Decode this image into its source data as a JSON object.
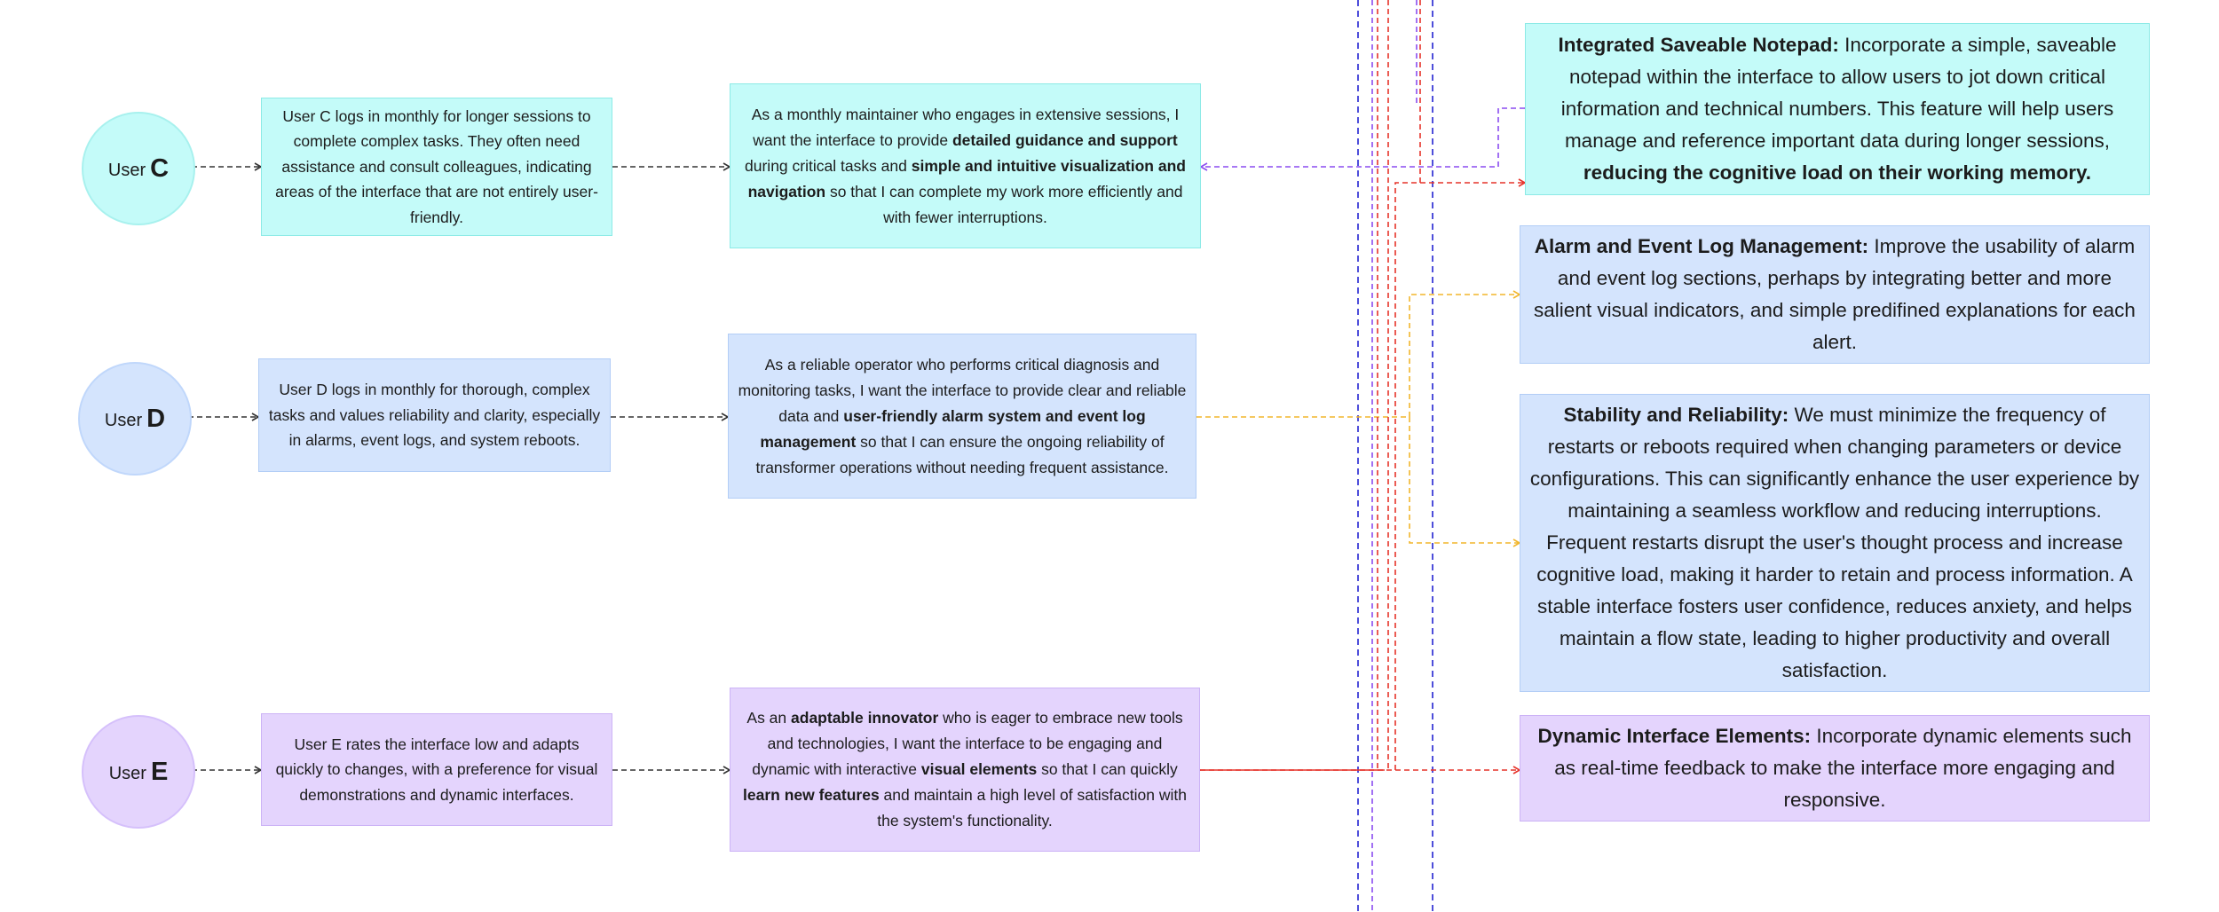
{
  "users": [
    {
      "id": "c",
      "prefix": "User",
      "letter": "C",
      "behavior": "User C logs in monthly for longer sessions to complete complex tasks. They often need assistance and consult colleagues, indicating areas of the interface that are not entirely user-friendly.",
      "story": [
        {
          "t": "As a monthly maintainer who engages in extensive sessions, I want the interface to provide ",
          "b": false
        },
        {
          "t": "detailed guidance and support",
          "b": true
        },
        {
          "t": " during critical tasks and ",
          "b": false
        },
        {
          "t": "simple and intuitive visualization and navigation",
          "b": true
        },
        {
          "t": " so that I can complete my work more efficiently and with fewer interruptions.",
          "b": false
        }
      ]
    },
    {
      "id": "d",
      "prefix": "User",
      "letter": "D",
      "behavior": "User D logs in monthly for thorough, complex tasks and values reliability and clarity, especially in alarms, event logs, and system reboots.",
      "story": [
        {
          "t": "As a reliable operator who performs critical diagnosis and monitoring tasks, I want the interface to provide clear and reliable data and ",
          "b": false
        },
        {
          "t": "user-friendly alarm system and event log management",
          "b": true
        },
        {
          "t": " so that I can ensure the ongoing reliability of transformer operations without needing frequent assistance.",
          "b": false
        }
      ]
    },
    {
      "id": "e",
      "prefix": "User",
      "letter": "E",
      "behavior": "User E rates the interface low and adapts quickly to changes, with a preference for visual demonstrations and dynamic interfaces.",
      "story": [
        {
          "t": "As an ",
          "b": false
        },
        {
          "t": "adaptable innovator",
          "b": true
        },
        {
          "t": " who is eager to embrace new tools and technologies, I want the interface to be engaging and dynamic with interactive ",
          "b": false
        },
        {
          "t": "visual elements",
          "b": true
        },
        {
          "t": " so that I can quickly ",
          "b": false
        },
        {
          "t": "learn new features",
          "b": true
        },
        {
          "t": " and maintain a high level of satisfaction with the system's functionality.",
          "b": false
        }
      ]
    }
  ],
  "recommendations": [
    {
      "id": "notepad",
      "segments": [
        {
          "t": "Integrated Saveable Notepad:",
          "b": true
        },
        {
          "t": " Incorporate a simple, saveable notepad within the interface to allow users to jot down critical information and technical numbers. This feature will help users manage and reference important data during longer sessions, ",
          "b": false
        },
        {
          "t": "reducing the cognitive load on their working memory.",
          "b": true
        }
      ]
    },
    {
      "id": "alarm",
      "segments": [
        {
          "t": "Alarm and Event Log Management:",
          "b": true
        },
        {
          "t": " Improve the usability of alarm and event log sections, perhaps by integrating better and more salient visual indicators, and simple predifined explanations for each alert.",
          "b": false
        }
      ]
    },
    {
      "id": "stability",
      "segments": [
        {
          "t": "Stability and Reliability:",
          "b": true
        },
        {
          "t": " We must minimize the frequency of restarts or reboots required when changing parameters or device configurations. This can significantly enhance the user experience by maintaining a seamless workflow and reducing interruptions. Frequent restarts disrupt the user's thought process and increase cognitive load, making it harder to retain and process information. A stable interface fosters user confidence, reduces anxiety, and helps maintain a flow state, leading to higher productivity and overall satisfaction.",
          "b": false
        }
      ]
    },
    {
      "id": "dynamic",
      "segments": [
        {
          "t": "Dynamic Interface Elements:",
          "b": true
        },
        {
          "t": " Incorporate dynamic elements such as  real-time feedback to make the interface more engaging and responsive.",
          "b": false
        }
      ]
    }
  ],
  "colors": {
    "cyan_fill": "#c4fbf9",
    "blue_fill": "#d4e4fd",
    "purple_fill": "#e4d4fd",
    "link_purple": "#8a4cf0",
    "link_yellow": "#f7c23e",
    "link_red": "#e6332a",
    "frame_blue": "#3b3bd6",
    "arrow_dark": "#333333"
  }
}
